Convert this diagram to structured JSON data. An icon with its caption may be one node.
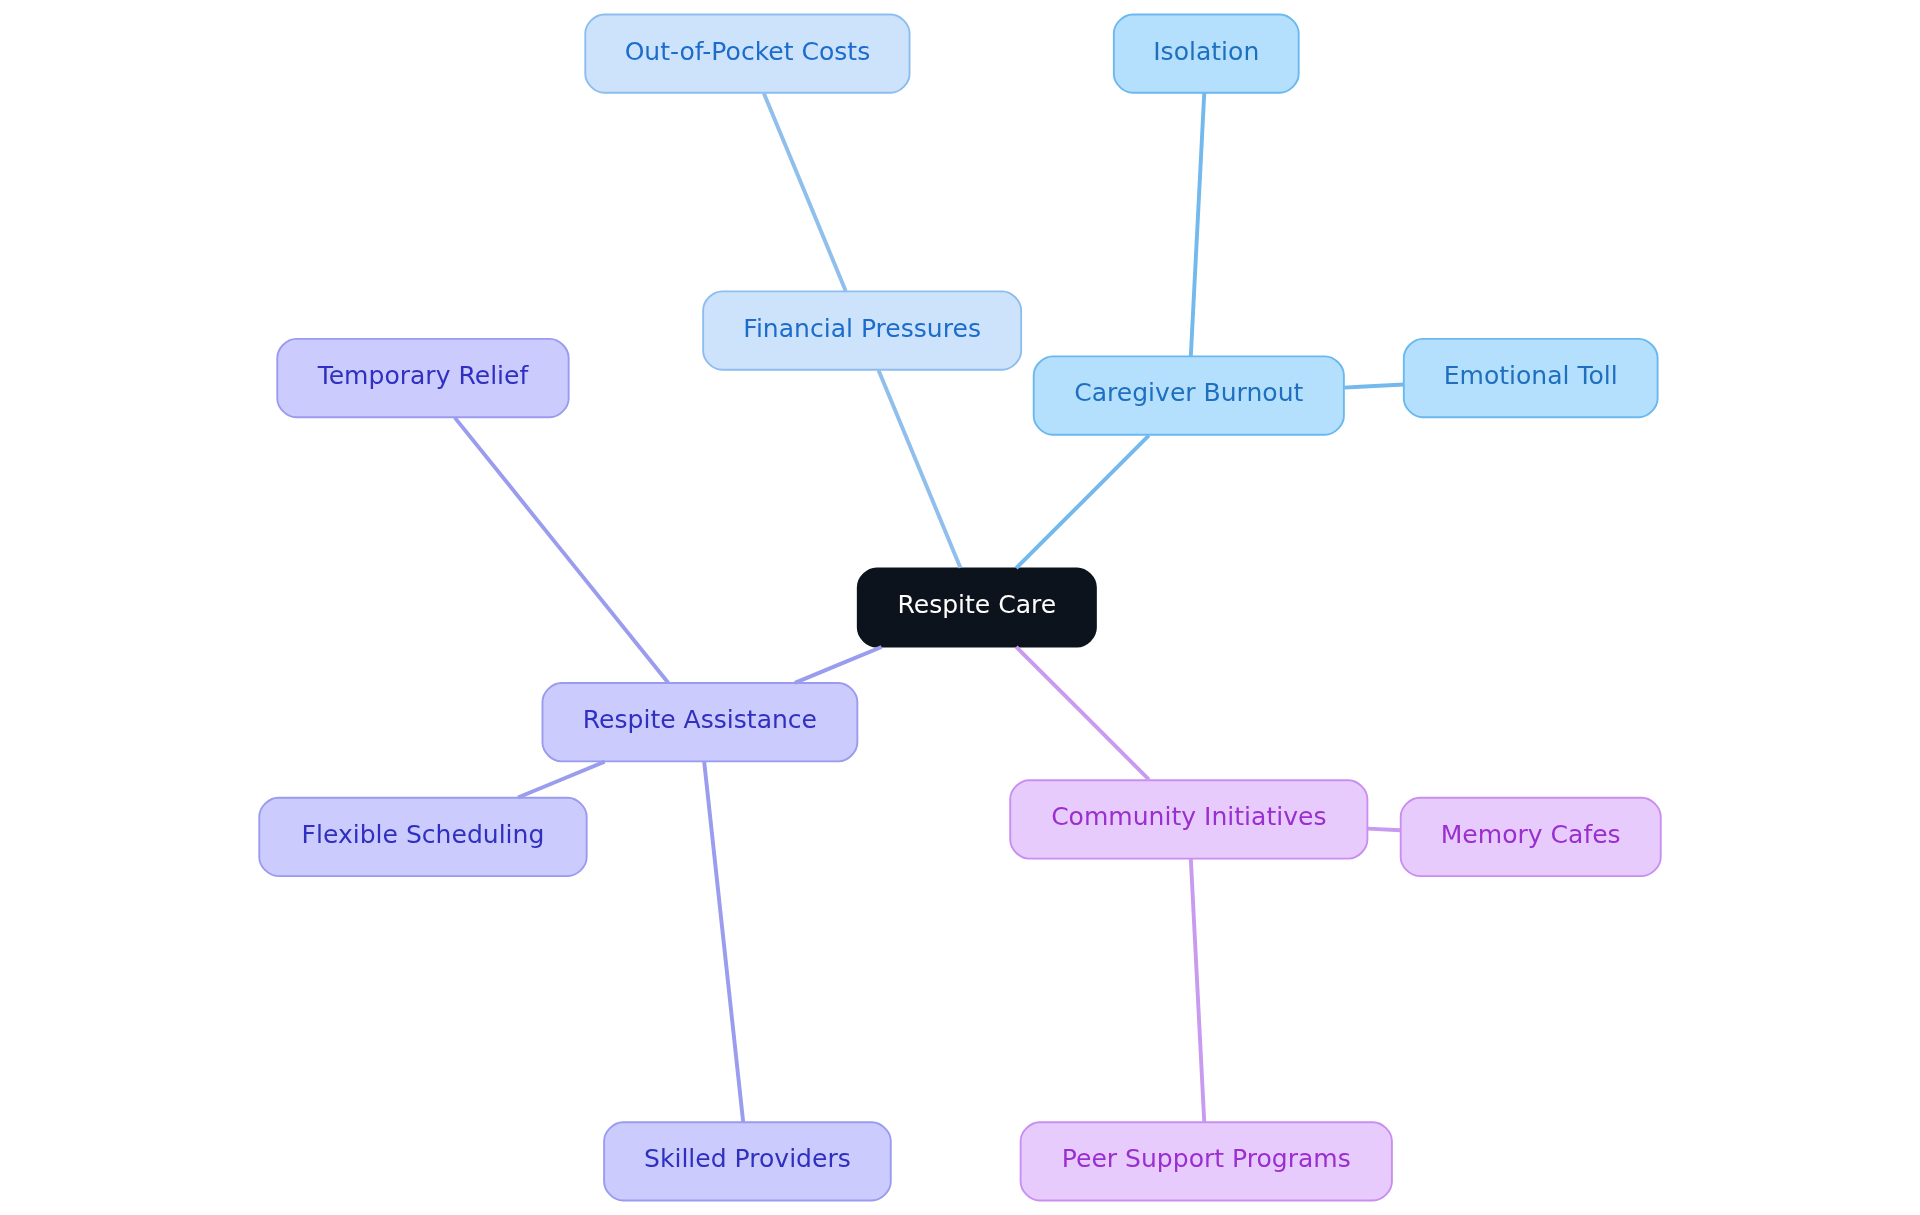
{
  "diagram": {
    "nodes": [
      {
        "text": [
          "Respite Care"
        ]
      },
      {
        "text": [
          "Caregiver Burnout"
        ]
      },
      {
        "text": [
          "Emotional Toll"
        ]
      },
      {
        "text": [
          "Isolation"
        ]
      },
      {
        "text": [
          "Financial Pressures"
        ]
      },
      {
        "text": [
          "Out-of-Pocket Costs"
        ]
      },
      {
        "text": [
          "Respite Assistance"
        ]
      },
      {
        "text": [
          "Temporary Relief"
        ]
      },
      {
        "text": [
          "Flexible Scheduling"
        ]
      },
      {
        "text": [
          "Skilled Providers"
        ]
      },
      {
        "text": [
          "Community Initiatives"
        ]
      },
      {
        "text": [
          "Peer Support Programs"
        ]
      },
      {
        "text": [
          "Memory Cafes"
        ]
      }
    ],
    "edges": [
      {
        "from": 0,
        "to": 1,
        "arrow": "none",
        "color": "#74b9ee"
      },
      {
        "from": 1,
        "to": 2,
        "arrow": "none",
        "color": "#74b9ee"
      },
      {
        "from": 1,
        "to": 3,
        "arrow": "none",
        "color": "#74b9ee"
      },
      {
        "from": 0,
        "to": 4,
        "arrow": "none",
        "color": "#90bfec"
      },
      {
        "from": 4,
        "to": 5,
        "arrow": "none",
        "color": "#90bfec"
      },
      {
        "from": 0,
        "to": 6,
        "arrow": "none",
        "color": "#9a9cee"
      },
      {
        "from": 6,
        "to": 7,
        "arrow": "none",
        "color": "#9a9cee"
      },
      {
        "from": 6,
        "to": 8,
        "arrow": "none",
        "color": "#9a9cee"
      },
      {
        "from": 6,
        "to": 9,
        "arrow": "none",
        "color": "#9a9cee"
      },
      {
        "from": 0,
        "to": 10,
        "arrow": "none",
        "color": "#c99bf0"
      },
      {
        "from": 10,
        "to": 11,
        "arrow": "none",
        "color": "#c99bf0"
      },
      {
        "from": 10,
        "to": 12,
        "arrow": "none",
        "color": "#c99bf0"
      }
    ]
  }
}
